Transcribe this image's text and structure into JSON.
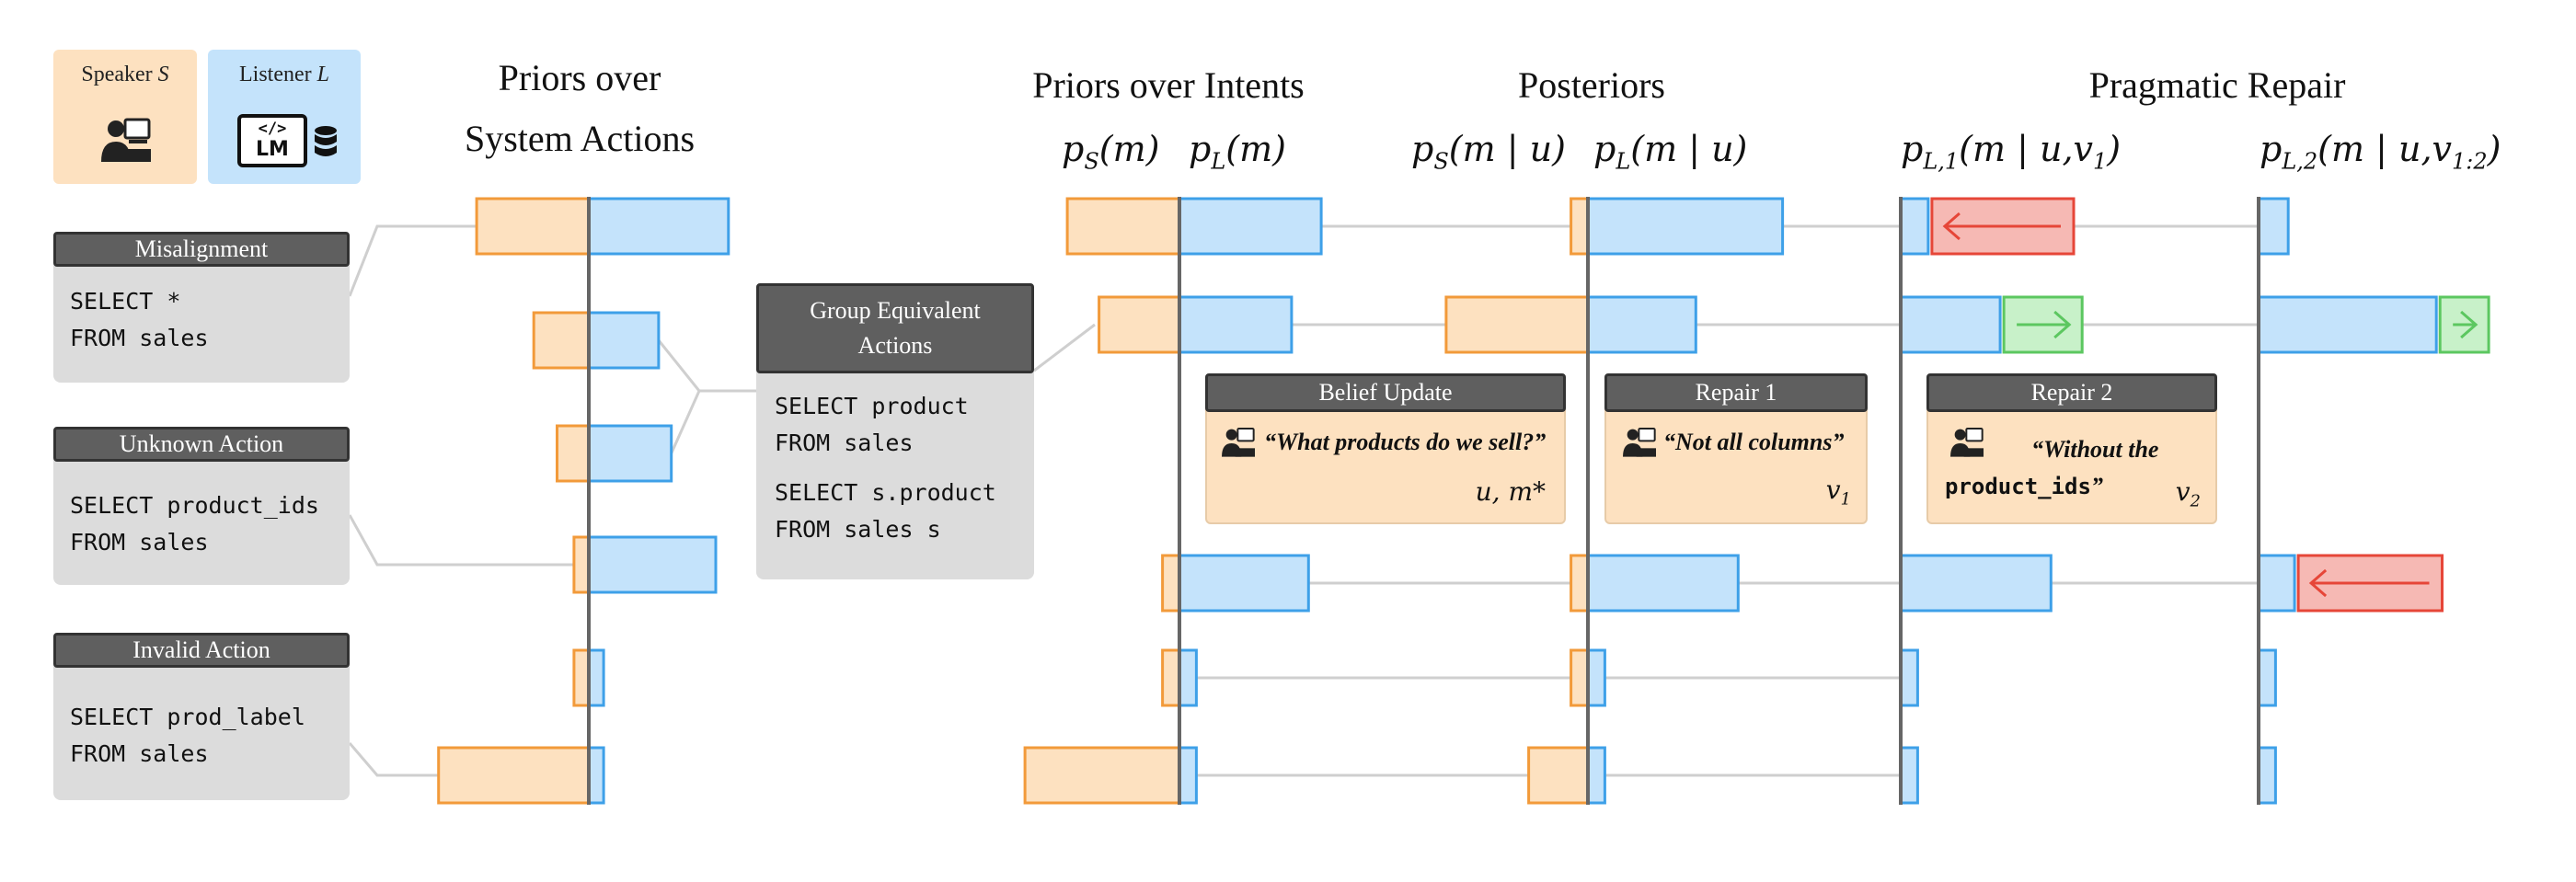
{
  "legend": {
    "speaker_label": "Speaker",
    "speaker_symbol": "S",
    "listener_label": "Listener",
    "listener_symbol": "L",
    "lm_text": "LM",
    "speaker_color": "#fde1c0",
    "listener_color": "#c4e3fb"
  },
  "headings": {
    "priors_actions_line1": "Priors over",
    "priors_actions_line2": "System Actions",
    "priors_intents": "Priors over Intents",
    "posteriors": "Posteriors",
    "pragmatic_repair": "Pragmatic Repair"
  },
  "math_labels": {
    "ps_m": "p",
    "ps_m_sub": "S",
    "ps_m_rest": "(m)",
    "pl_m": "p",
    "pl_m_sub": "L",
    "pl_m_rest": "(m)",
    "ps_mu": "p",
    "ps_mu_sub": "S",
    "ps_mu_rest": "(m | u)",
    "pl_mu": "p",
    "pl_mu_sub": "L",
    "pl_mu_rest": "(m | u)",
    "pl1": "p",
    "pl1_sub": "L,1",
    "pl1_rest": "(m | u,v",
    "pl1_v_sub": "1",
    "pl1_close": ")",
    "pl2": "p",
    "pl2_sub": "L,2",
    "pl2_rest": "(m | u,v",
    "pl2_v_sub": "1:2",
    "pl2_close": ")"
  },
  "action_cards": [
    {
      "title": "Misalignment",
      "code": "SELECT *\nFROM sales"
    },
    {
      "title": "Unknown Action",
      "code": "SELECT product_ids\nFROM sales"
    },
    {
      "title": "Invalid Action",
      "code": "SELECT prod_label\nFROM sales"
    }
  ],
  "group_card": {
    "title_line1": "Group Equivalent",
    "title_line2": "Actions",
    "code1": "SELECT product\nFROM sales",
    "code2": "SELECT s.product\nFROM sales s"
  },
  "notes": {
    "belief_update": {
      "title": "Belief Update",
      "quote": "“What products do we sell?”",
      "tag": "u, m*"
    },
    "repair1": {
      "title": "Repair 1",
      "quote": "“Not all columns”",
      "tag_v": "v",
      "tag_sub": "1"
    },
    "repair2": {
      "title": "Repair 2",
      "quote_line1": "“Without the",
      "quote_code": "product_ids",
      "quote_end": "”",
      "tag_v": "v",
      "tag_sub": "2"
    }
  },
  "colors": {
    "orange_fill": "#fde1c0",
    "orange_stroke": "#f29a3a",
    "blue_fill": "#c4e3fb",
    "blue_stroke": "#3ea0e8",
    "red_fill": "#f6b9b4",
    "red_stroke": "#e64638",
    "green_fill": "#c8f1c9",
    "green_stroke": "#5cc760",
    "axis": "#666666",
    "connector": "#cfcfcf"
  },
  "chart_data": {
    "type": "bar",
    "description_free": true,
    "panels": [
      {
        "id": "priors_actions",
        "rows": [
          {
            "speaker": 0.53,
            "listener": 0.66
          },
          {
            "speaker": 0.26,
            "listener": 0.33
          },
          {
            "speaker": 0.15,
            "listener": 0.39
          },
          {
            "speaker": 0.07,
            "listener": 0.6
          },
          {
            "speaker": 0.07,
            "listener": 0.07
          },
          {
            "speaker": 0.71,
            "listener": 0.07
          }
        ]
      },
      {
        "id": "priors_intents",
        "rows": [
          {
            "speaker": 0.53,
            "listener": 0.67
          },
          {
            "speaker": 0.38,
            "listener": 0.53
          },
          {
            "speaker": 0.08,
            "listener": 0.61
          },
          {
            "speaker": 0.08,
            "listener": 0.08
          },
          {
            "speaker": 0.73,
            "listener": 0.08
          }
        ]
      },
      {
        "id": "posteriors",
        "rows": [
          {
            "speaker": 0.08,
            "listener": 0.92
          },
          {
            "speaker": 0.67,
            "listener": 0.51
          },
          {
            "speaker": 0.08,
            "listener": 0.71
          },
          {
            "speaker": 0.08,
            "listener": 0.08
          },
          {
            "speaker": 0.28,
            "listener": 0.08
          }
        ]
      },
      {
        "id": "repair1",
        "rows": [
          {
            "listener": 0.13,
            "change": "decrease",
            "change_size": 0.67
          },
          {
            "listener": 0.47,
            "change": "increase",
            "change_size": 0.37
          },
          {
            "listener": 0.71
          },
          {
            "listener": 0.08
          },
          {
            "listener": 0.08
          }
        ]
      },
      {
        "id": "repair2",
        "rows": [
          {
            "listener": 0.14
          },
          {
            "listener": 0.84,
            "change": "increase",
            "change_size": 0.23
          },
          {
            "listener": 0.17,
            "change": "decrease",
            "change_size": 0.68
          },
          {
            "listener": 0.08
          },
          {
            "listener": 0.08
          }
        ]
      }
    ]
  }
}
